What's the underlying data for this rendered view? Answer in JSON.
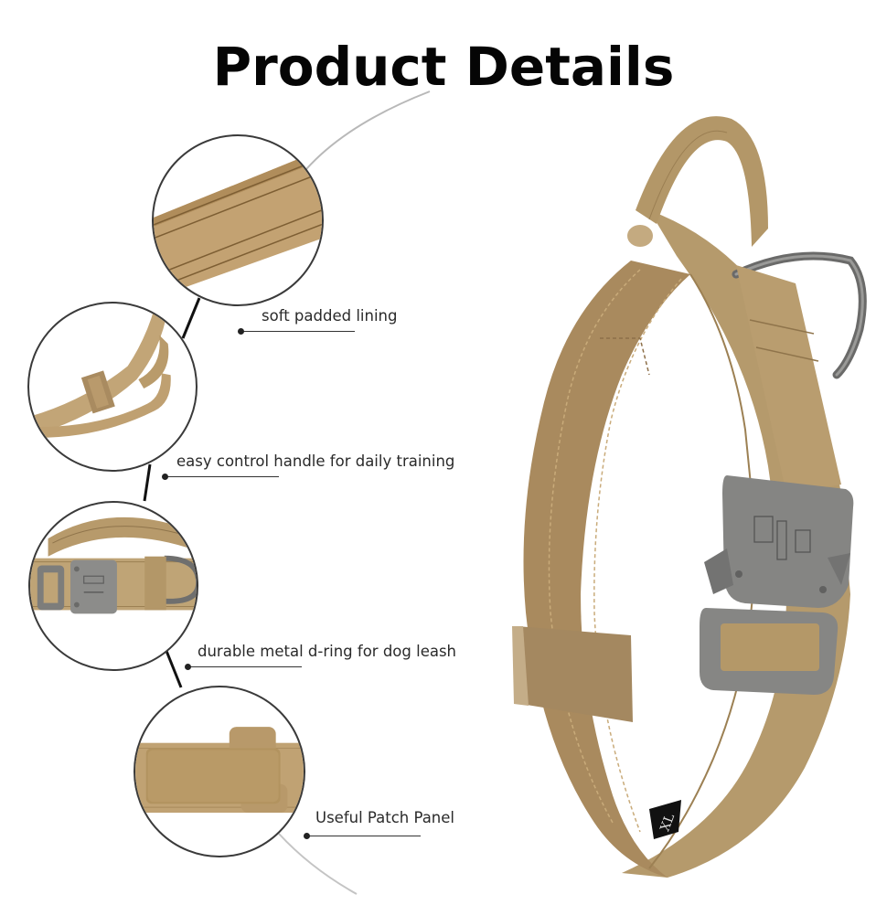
{
  "page": {
    "title": "Product Details"
  },
  "features": [
    {
      "id": "lining",
      "label": "soft padded lining",
      "icon": "padded-lining-closeup"
    },
    {
      "id": "handle",
      "label": "easy control handle for daily training",
      "icon": "handle-closeup"
    },
    {
      "id": "dring",
      "label": "durable metal d-ring for dog leash",
      "icon": "buckle-dring-closeup"
    },
    {
      "id": "patch",
      "label": "Useful Patch Panel",
      "icon": "patch-panel-closeup"
    }
  ],
  "product": {
    "size_tag": "XL",
    "image": "tactical-dog-collar"
  },
  "colors": {
    "tan": "#b69a6c",
    "tan_dark": "#8f744b",
    "tan_light": "#cdb58a",
    "lining": "#a98a5e",
    "metal": "#8a8a88",
    "metal_dark": "#5d5d5c",
    "text": "#2a2a2a",
    "title": "#050505"
  }
}
